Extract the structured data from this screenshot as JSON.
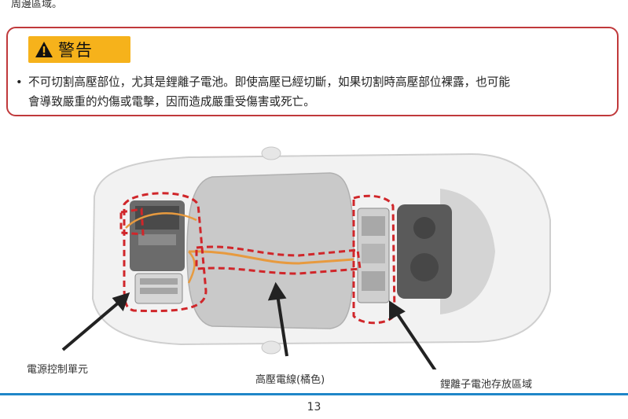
{
  "top_fragment": "周邊區域。",
  "warning": {
    "title": "警告",
    "line1": "不可切割高壓部位，尤其是鋰離子電池。即使高壓已經切斷，如果切割時高壓部位裸露，也可能",
    "line2": "會導致嚴重的灼傷或電擊，因而造成嚴重受傷害或死亡。",
    "accent_color": "#f6b21b",
    "border_color": "#c0393b"
  },
  "diagram": {
    "labels": {
      "power_control_unit": "電源控制單元",
      "hv_cable": "高壓電線(橘色)",
      "battery_area": "鋰離子電池存放區域"
    },
    "highlight_color": "#d0262a",
    "cable_color": "#e79a3f"
  },
  "footer": {
    "page_number": "13",
    "line_color": "#1f86c8"
  }
}
